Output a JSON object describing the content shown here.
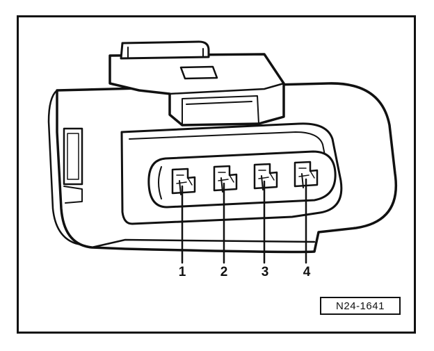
{
  "figure": {
    "pin_labels": [
      "1",
      "2",
      "3",
      "4"
    ],
    "reference_code": "N24-1641",
    "line_color": "#111111",
    "fill_color": "#ffffff"
  }
}
